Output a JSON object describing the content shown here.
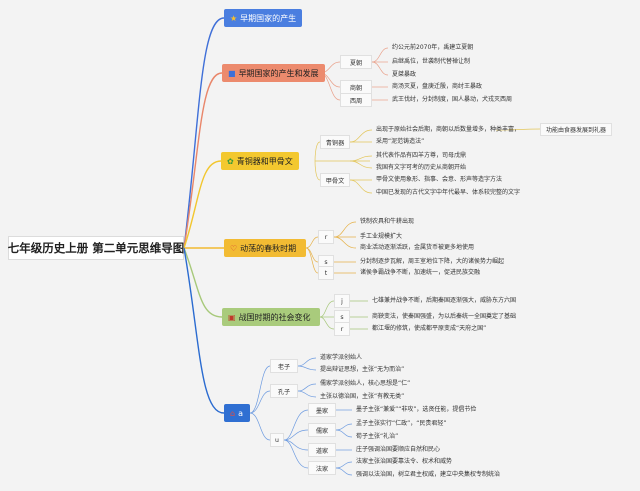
{
  "root": {
    "title": "七年级历史上册 第二单元思维导图"
  },
  "branches": {
    "b1": {
      "label": "早期国家的产生",
      "icon": "star-icon",
      "color": "#3f6fd8"
    },
    "b2": {
      "label": "早期国家的产生和发展",
      "icon": "square-icon",
      "color": "#e9866a",
      "subs": {
        "xia": {
          "label": "夏朝",
          "leaves": [
            "约公元前2070年，禹建立夏朝",
            "启继禹位，世袭制代替禅让制",
            "夏桀暴政"
          ]
        },
        "shang": {
          "label": "商朝",
          "leaves": [
            "商汤灭夏，盘庚迁殷，商纣王暴政"
          ]
        },
        "xizhou": {
          "label": "西周",
          "leaves": [
            "武王伐纣，分封制度，国人暴动，犬戎灭西周"
          ]
        }
      }
    },
    "b3": {
      "label": "青铜器和甲骨文",
      "icon": "leaf-icon",
      "color": "#f2c62e",
      "subs": {
        "bronze": {
          "label": "青铜器",
          "leaves": [
            "出现于原始社会后期，商朝以后数量增多，种类丰富，",
            "采用“泥范铸造法”"
          ],
          "extra": "功能由食器发展到礼器"
        },
        "middle": {
          "leaves": [
            "其代表作品有四羊方尊，司母戊鼎",
            "我国有文字可考的历史从商朝开始"
          ]
        },
        "oracle": {
          "label": "甲骨文",
          "leaves": [
            "甲骨文使用象形、指事、会意、形声等造字方法",
            "中国已发现的古代文字中年代最早、体系较完整的文字"
          ]
        }
      }
    },
    "b4": {
      "label": "动荡的春秋时期",
      "icon": "heart-icon",
      "color": "#f1b931",
      "subs": {
        "r1": {
          "label": "r",
          "leaves": [
            "铁制农具和牛耕出现",
            "手工业规模扩大",
            "商业活动逐渐活跃，金属货币被更多地使用"
          ]
        },
        "r2": {
          "label": "s",
          "leaves": [
            "分封制逐步瓦解，周王室地位下降，大的诸侯势力崛起"
          ]
        },
        "r3": {
          "label": "t",
          "leaves": [
            "诸侯争霸战争不断，加速统一，促进民族交融"
          ]
        }
      }
    },
    "b5": {
      "label": "战国时期的社会变化",
      "icon": "seal-icon",
      "color": "#a7c97a",
      "subs": {
        "w1": {
          "label": "j",
          "leaves": [
            "七雄兼并战争不断，后期秦国逐渐强大，威胁东方六国"
          ]
        },
        "w2": {
          "label": "s",
          "leaves": [
            "商鞅变法，使秦国强盛，为以后秦统一全国奠定了基础"
          ]
        },
        "w3": {
          "label": "r",
          "leaves": [
            "都江堰的修筑，使成都平原变成“天府之国”"
          ]
        }
      }
    },
    "b6": {
      "label": "a",
      "icon": "house-icon",
      "color": "#2a6bd0",
      "subs": {
        "laozi": {
          "label": "老子",
          "leaves": [
            "道家学派创始人",
            "提出辩证思想，主张“无为而治”"
          ]
        },
        "kongzi": {
          "label": "孔子",
          "leaves": [
            "儒家学派创始人，核心思想是“仁”",
            "主张以德治国，主张“有教无类”"
          ]
        },
        "u": {
          "label": "u",
          "schools": {
            "mo": {
              "label": "墨家",
              "leaves": [
                "墨子主张“兼爱”“非攻”，选贤任能，提倡节俭"
              ]
            },
            "ru": {
              "label": "儒家",
              "leaves": [
                "孟子主张实行“仁政”，“民贵君轻”",
                "荀子主张“礼治”"
              ]
            },
            "dao": {
              "label": "道家",
              "leaves": [
                "庄子强调治国要顺应自然和民心"
              ]
            },
            "fa": {
              "label": "法家",
              "leaves": [
                "法家主张治国要靠法令、权术和威势",
                "强调以法治国，树立君主权威，建立中央集权专制统治"
              ]
            }
          }
        }
      }
    }
  }
}
